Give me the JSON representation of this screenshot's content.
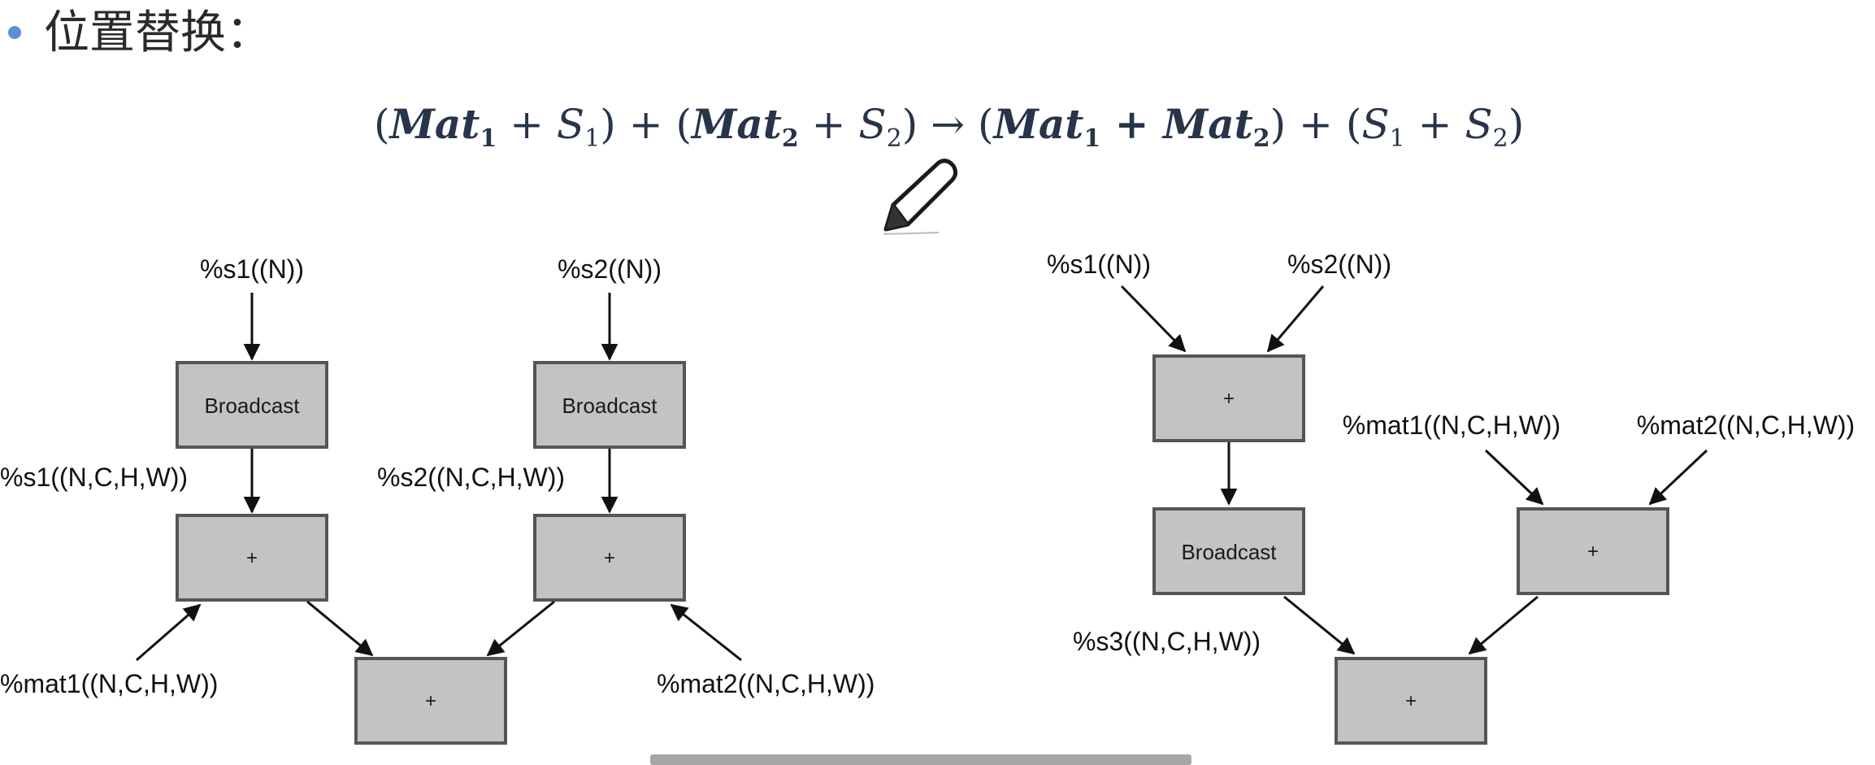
{
  "heading": "位置替换：",
  "colors": {
    "bullet": "#5b8fd6",
    "node_fill": "#c3c3c3",
    "node_stroke": "#555555",
    "formula": "#27344a"
  },
  "formula": {
    "open1": "(",
    "mat1": "Mat",
    "sub_mat1": "1",
    "plus1": " + ",
    "s1": "S",
    "sub_s1": "1",
    "close1": ")",
    "plus_mid": " + ",
    "open2": "(",
    "mat2": "Mat",
    "sub_mat2": "2",
    "plus2": " + ",
    "s2": "S",
    "sub_s2": "2",
    "close2": ")",
    "arrow": " → ",
    "open3": "(",
    "mat3": "Mat",
    "sub_mat3": "1",
    "plus3": " + ",
    "mat4": "Mat",
    "sub_mat4": "2",
    "close3": ")",
    "plus_mid2": " + ",
    "open4": "(",
    "s3": "S",
    "sub_s3": "1",
    "plus4": " + ",
    "s4": "S",
    "sub_s4": "2",
    "close4": ")"
  },
  "icons": {
    "pencil": "pencil-icon"
  },
  "left_graph": {
    "labels": {
      "s1_in": "%s1((N))",
      "s2_in": "%s2((N))",
      "s1_bcast": "%s1((N,C,H,W))",
      "s2_bcast": "%s2((N,C,H,W))",
      "mat1": "%mat1((N,C,H,W))",
      "mat2": "%mat2((N,C,H,W))"
    },
    "nodes": {
      "bcast1": "Broadcast",
      "bcast2": "Broadcast",
      "add1": "+",
      "add2": "+",
      "add3": "+"
    }
  },
  "right_graph": {
    "labels": {
      "s1_in": "%s1((N))",
      "s2_in": "%s2((N))",
      "mat1": "%mat1((N,C,H,W))",
      "mat2": "%mat2((N,C,H,W))",
      "s3": "%s3((N,C,H,W))"
    },
    "nodes": {
      "add_s": "+",
      "bcast": "Broadcast",
      "add_mat": "+",
      "add_out": "+"
    }
  }
}
